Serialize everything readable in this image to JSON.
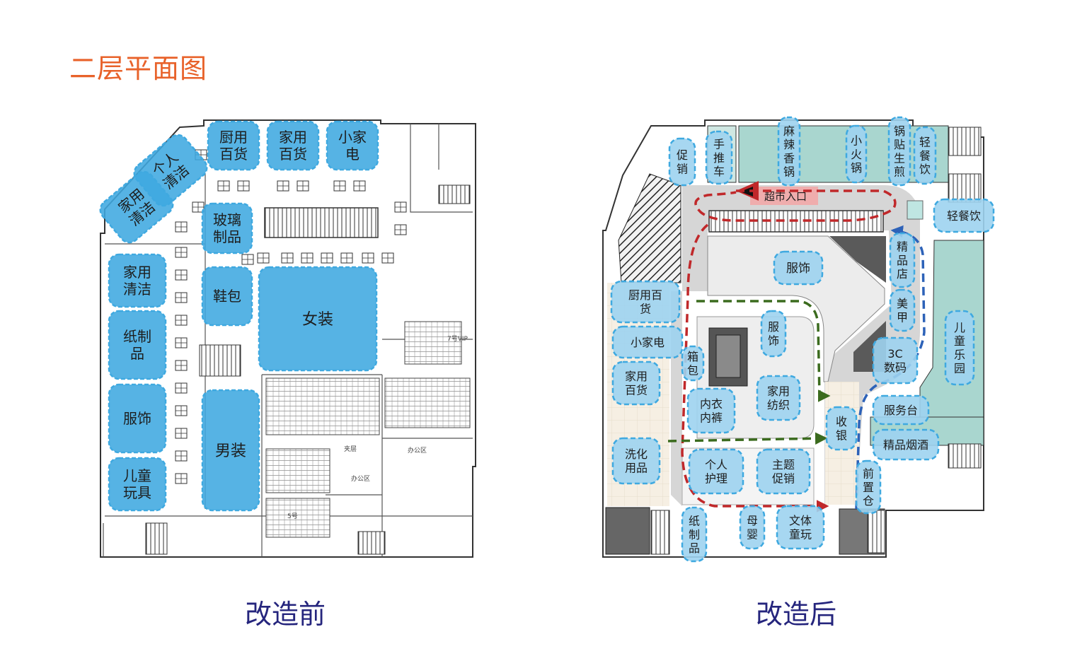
{
  "title": "二层平面图",
  "colors": {
    "title": "#e8622a",
    "caption": "#25257d",
    "zone_fill": "#3fa9e0",
    "zone_fill_light": "#9dd3ef",
    "pale_teal": "#a9d6cf",
    "path_red": "#c0282a",
    "path_green": "#3b6b1e",
    "path_blue": "#2d62b8"
  },
  "before": {
    "caption": "改造前",
    "zones": [
      {
        "label_lines": [
          "厨用",
          "百货"
        ]
      },
      {
        "label_lines": [
          "家用",
          "百货"
        ]
      },
      {
        "label_lines": [
          "小家",
          "电"
        ]
      },
      {
        "label_lines": [
          "个人",
          "清洁"
        ]
      },
      {
        "label_lines": [
          "家用",
          "清洁"
        ]
      },
      {
        "label_lines": [
          "玻璃",
          "制品"
        ]
      },
      {
        "label_lines": [
          "家用",
          "清洁"
        ]
      },
      {
        "label_lines": [
          "鞋包"
        ]
      },
      {
        "label_lines": [
          "女装"
        ]
      },
      {
        "label_lines": [
          "纸制",
          "品"
        ]
      },
      {
        "label_lines": [
          "服饰"
        ]
      },
      {
        "label_lines": [
          "男装"
        ]
      },
      {
        "label_lines": [
          "儿童",
          "玩具"
        ]
      }
    ],
    "plan_labels": [
      "夹层",
      "办公区",
      "办公区",
      "7号VIP",
      "5号"
    ]
  },
  "after": {
    "caption": "改造后",
    "entrance_label": "超市入口",
    "zones": [
      {
        "label_lines": [
          "促",
          "销"
        ]
      },
      {
        "label_lines": [
          "手",
          "推",
          "车"
        ]
      },
      {
        "label_lines": [
          "麻",
          "辣",
          "香",
          "锅"
        ]
      },
      {
        "label_lines": [
          "小",
          "火",
          "锅"
        ]
      },
      {
        "label_lines": [
          "锅",
          "贴",
          "生",
          "煎"
        ]
      },
      {
        "label_lines": [
          "轻",
          "餐",
          "饮"
        ]
      },
      {
        "label_lines": [
          "轻餐饮"
        ]
      },
      {
        "label_lines": [
          "服饰"
        ]
      },
      {
        "label_lines": [
          "厨用百",
          "货"
        ]
      },
      {
        "label_lines": [
          "精",
          "品",
          "店"
        ]
      },
      {
        "label_lines": [
          "美",
          "甲"
        ]
      },
      {
        "label_lines": [
          "小家电"
        ]
      },
      {
        "label_lines": [
          "服",
          "饰"
        ]
      },
      {
        "label_lines": [
          "箱",
          "包"
        ]
      },
      {
        "label_lines": [
          "3C",
          "数码"
        ]
      },
      {
        "label_lines": [
          "儿",
          "童",
          "乐",
          "园"
        ]
      },
      {
        "label_lines": [
          "家用",
          "百货"
        ]
      },
      {
        "label_lines": [
          "家用",
          "纺织"
        ]
      },
      {
        "label_lines": [
          "内衣",
          "内裤"
        ]
      },
      {
        "label_lines": [
          "服务台"
        ]
      },
      {
        "label_lines": [
          "收",
          "银"
        ]
      },
      {
        "label_lines": [
          "精品烟酒"
        ]
      },
      {
        "label_lines": [
          "洗化",
          "用品"
        ]
      },
      {
        "label_lines": [
          "个人",
          "护理"
        ]
      },
      {
        "label_lines": [
          "主题",
          "促销"
        ]
      },
      {
        "label_lines": [
          "前",
          "置",
          "仓"
        ]
      },
      {
        "label_lines": [
          "纸",
          "制",
          "品"
        ]
      },
      {
        "label_lines": [
          "母",
          "婴"
        ]
      },
      {
        "label_lines": [
          "文体",
          "童玩"
        ]
      }
    ]
  }
}
